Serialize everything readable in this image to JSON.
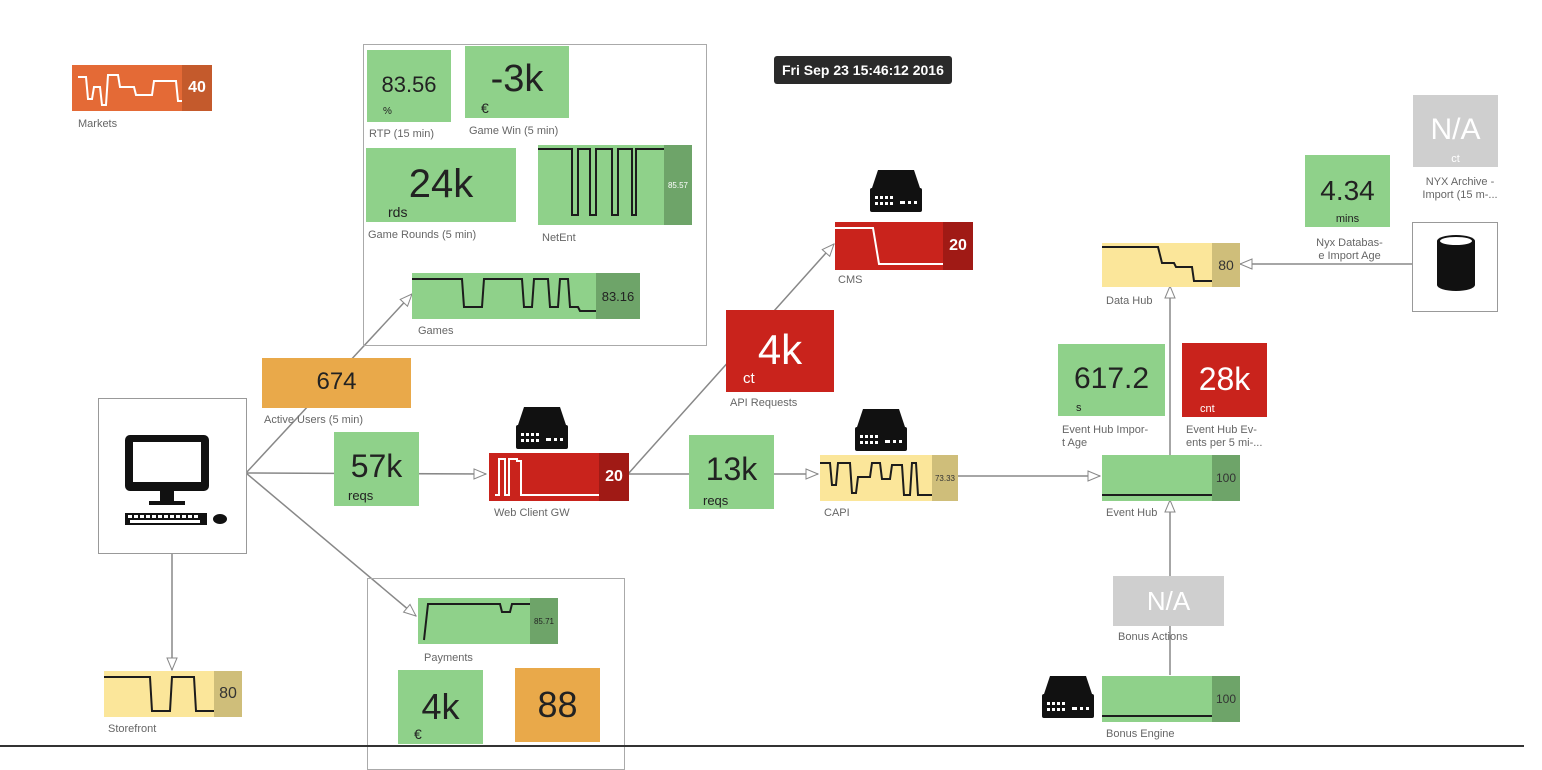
{
  "colors": {
    "green": "#8fd18a",
    "green_dark": "#6ea469",
    "red": "#c9231c",
    "red_dark": "#a01a15",
    "orange": "#e9a94a",
    "orange_red": "#e46a36",
    "yellow": "#fbe69a",
    "yellow_dark": "#cfbe7a",
    "gray": "#cfcfcf"
  },
  "timestamp": "Fri Sep 23 15:46:12 2016",
  "markets": {
    "value": "40",
    "label": "Markets"
  },
  "rtp": {
    "value": "83.56",
    "unit": "%",
    "label": "RTP (15 min)"
  },
  "game_win": {
    "value": "-3k",
    "unit": "€",
    "label": "Game Win (5 min)"
  },
  "game_rounds": {
    "value": "24k",
    "unit": "rds",
    "label": "Game Rounds (5 min)"
  },
  "netent": {
    "value": "85.57",
    "label": "NetEnt"
  },
  "games": {
    "value": "83.16",
    "label": "Games"
  },
  "active_users": {
    "value": "674",
    "label": "Active Users (5 min)"
  },
  "client_requests": {
    "value": "57k",
    "unit": "reqs"
  },
  "web_client_gw": {
    "value": "20",
    "label": "Web Client GW"
  },
  "api_requests": {
    "value": "4k",
    "unit": "ct",
    "label": "API Requests"
  },
  "cms": {
    "value": "20",
    "label": "CMS"
  },
  "capi_requests": {
    "value": "13k",
    "unit": "reqs"
  },
  "capi": {
    "value": "73.33",
    "label": "CAPI"
  },
  "payments": {
    "value": "85.71",
    "label": "Payments"
  },
  "payments_amount": {
    "value": "4k",
    "unit": "€"
  },
  "payments_other": {
    "value": "88"
  },
  "storefront": {
    "value": "80",
    "label": "Storefront"
  },
  "event_hub_import_age": {
    "value": "617.2",
    "unit": "s",
    "label": "Event Hub Impor-\nt Age"
  },
  "event_hub_events": {
    "value": "28k",
    "unit": "cnt",
    "label": "Event Hub Ev-\nents per 5 mi-..."
  },
  "event_hub": {
    "value": "100",
    "label": "Event Hub"
  },
  "data_hub": {
    "value": "80",
    "label": "Data Hub"
  },
  "nyx_db_import_age": {
    "value": "4.34",
    "unit": "mins",
    "label": "Nyx Databas-\ne Import Age"
  },
  "nyx_archive": {
    "value": "N/A",
    "unit": "ct",
    "label": "NYX Archive -\nImport (15 m-..."
  },
  "bonus_actions": {
    "value": "N/A",
    "label": "Bonus Actions"
  },
  "bonus_engine": {
    "value": "100",
    "label": "Bonus Engine"
  },
  "icons": {
    "computer": "desktop-computer-icon",
    "server": "server-icon",
    "database": "database-icon"
  }
}
